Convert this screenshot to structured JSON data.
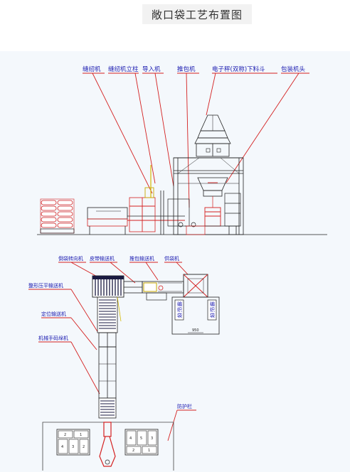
{
  "page": {
    "title": "敞口袋工艺布置图"
  },
  "elevation": {
    "labels": [
      "缝纫机",
      "缝纫机立柱",
      "导入机",
      "推包机",
      "电子秤(双称)下料斗",
      "包装机头"
    ]
  },
  "plan": {
    "labels": {
      "bag_turner": "倒袋转向机",
      "belt_conveyor": "皮带输送机",
      "push_conveyor": "推包输送机",
      "bag_feeder": "供袋机",
      "shaping_press": "整形压平输送机",
      "positioning": "定位输送机",
      "palletizer_robot": "机械手码垛机",
      "guardrail": "防护栏"
    },
    "woven_bag_left": [
      "编",
      "织",
      "袋"
    ],
    "woven_bag_right": [
      "编",
      "织",
      "袋"
    ],
    "dimension": "950",
    "pallet_left": [
      "2",
      "1",
      "4",
      "3",
      "2"
    ],
    "pallet_right": [
      "4",
      "5",
      "3",
      "2",
      "1"
    ]
  },
  "colors": {
    "label": "#1a1ab0",
    "leader": "#d42020",
    "line": "#222222",
    "bg": "#f4f8fc"
  }
}
